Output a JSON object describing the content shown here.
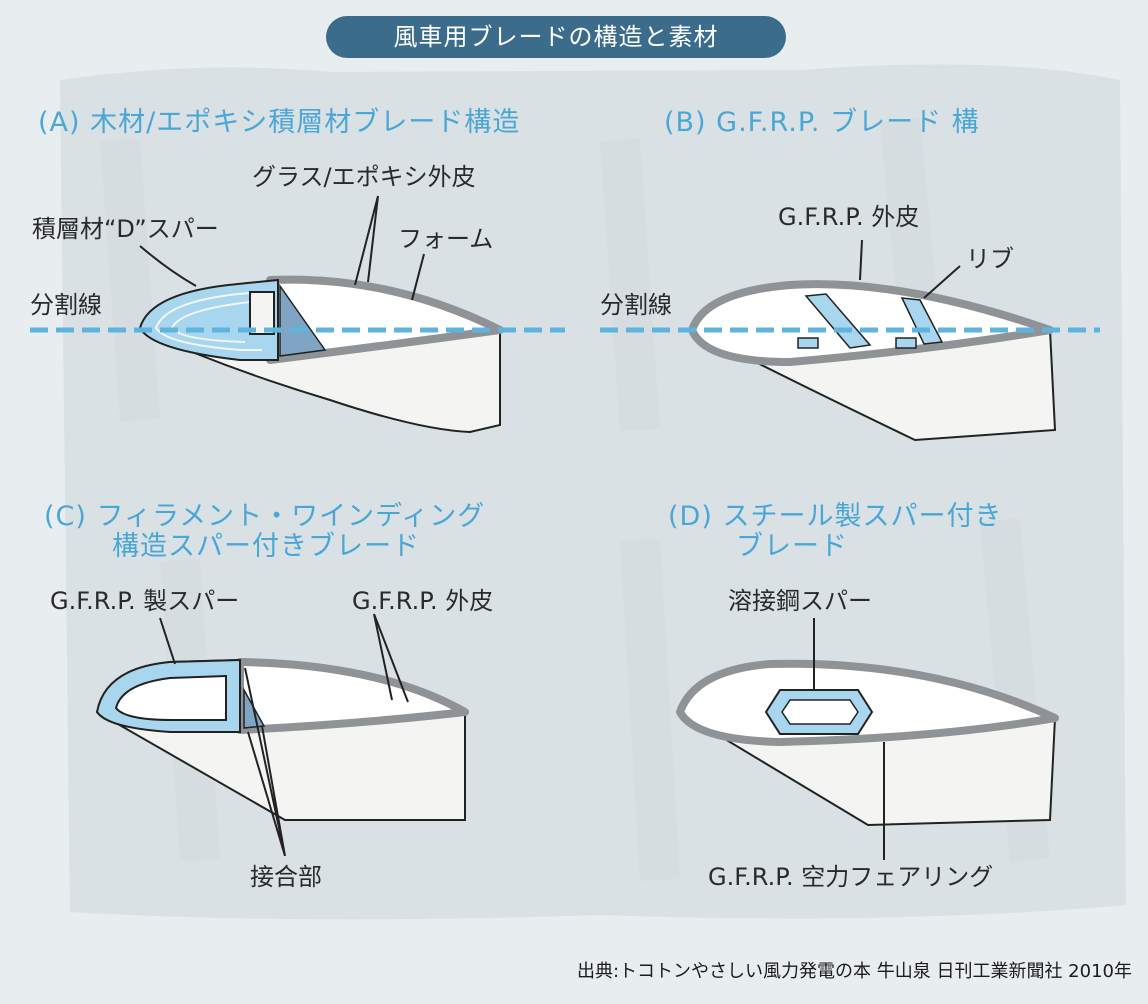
{
  "title": "風車用ブレードの構造と素材",
  "sections": {
    "a": {
      "heading": "(A) 木材/エポキシ積層材ブレード構造",
      "labels": {
        "skin": "グラス/エポキシ外皮",
        "spar": "積層材“D”スパー",
        "foam": "フォーム",
        "split": "分割線"
      }
    },
    "b": {
      "heading": "(B) G.F.R.P. ブレード 構",
      "labels": {
        "skin": "G.F.R.P. 外皮",
        "rib": "リブ",
        "split": "分割線"
      }
    },
    "c": {
      "heading_line1": "(C) フィラメント・ワインディング",
      "heading_line2": "構造スパー付きブレード",
      "labels": {
        "spar": "G.F.R.P. 製スパー",
        "skin": "G.F.R.P. 外皮",
        "joint": "接合部"
      }
    },
    "d": {
      "heading_line1": "(D) スチール製スパー付き",
      "heading_line2": "ブレード",
      "labels": {
        "spar": "溶接鋼スパー",
        "fairing": "G.F.R.P. 空力フェアリング"
      }
    }
  },
  "source": "出典:トコトンやさしい風力発電の本 牛山泉 日刊工業新聞社 2010年",
  "colors": {
    "background": "#e8edef",
    "panel": "#d9e1e4",
    "title_bg": "#3b6c8c",
    "heading": "#4aa6d6",
    "spar_blue": "#a9d6ef",
    "skin_gray": "#8f9396",
    "split_line": "#5fb4de",
    "outline": "#222222"
  }
}
